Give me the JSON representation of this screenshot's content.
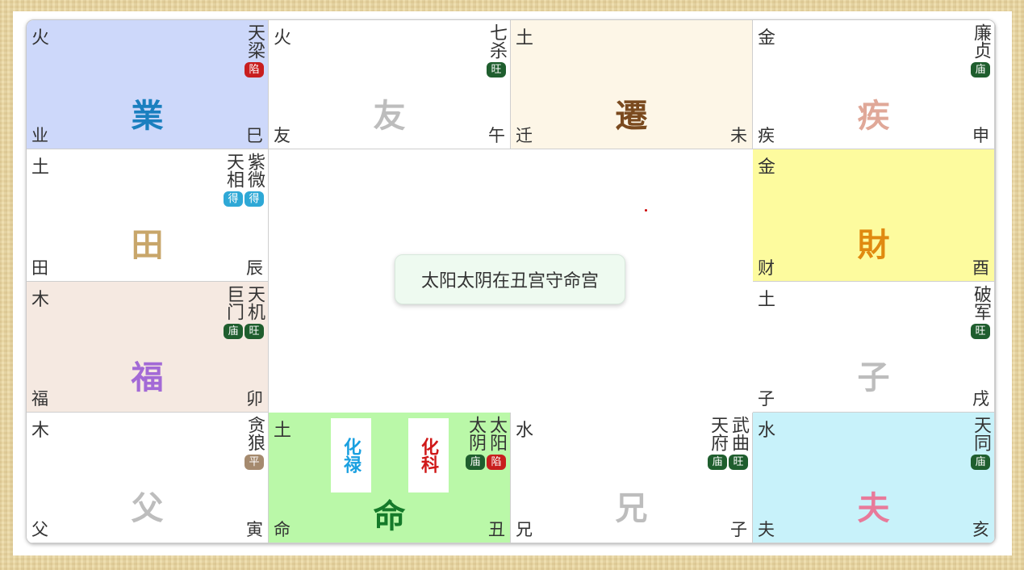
{
  "center_text": "太阳太阴在丑宫守命宫",
  "badge_colors": {
    "陷": "#c81e1e",
    "旺": "#1f5e2e",
    "庙": "#1f5e2e",
    "得": "#2ea8d6",
    "平": "#a58a6e"
  },
  "palaces": [
    {
      "id": "ye",
      "element": "火",
      "abbr": "业",
      "branch": "巳",
      "big": "業",
      "big_color": "#1a7fbf",
      "bg": "#cdd8fa",
      "stars": [
        {
          "name": "天梁",
          "badge": "陷"
        }
      ]
    },
    {
      "id": "you",
      "element": "火",
      "abbr": "友",
      "branch": "午",
      "big": "友",
      "big_color": "#bdbdbd",
      "bg": "#ffffff",
      "stars": [
        {
          "name": "七杀",
          "badge": "旺"
        }
      ]
    },
    {
      "id": "qian",
      "element": "土",
      "abbr": "迁",
      "branch": "未",
      "big": "遷",
      "big_color": "#7a4a1f",
      "bg": "#fdf6e7",
      "stars": []
    },
    {
      "id": "ji",
      "element": "金",
      "abbr": "疾",
      "branch": "申",
      "big": "疾",
      "big_color": "#e0a898",
      "bg": "#ffffff",
      "stars": [
        {
          "name": "廉贞",
          "badge": "庙"
        }
      ]
    },
    {
      "id": "tian",
      "element": "土",
      "abbr": "田",
      "branch": "辰",
      "big": "田",
      "big_color": "#c8a66a",
      "bg": "#ffffff",
      "stars": [
        {
          "name": "紫微",
          "badge": "得"
        },
        {
          "name": "天相",
          "badge": "得"
        }
      ]
    },
    {
      "id": "cai",
      "element": "金",
      "abbr": "财",
      "branch": "酉",
      "big": "財",
      "big_color": "#e08a10",
      "bg": "#fdfb9e",
      "stars": []
    },
    {
      "id": "fu",
      "element": "木",
      "abbr": "福",
      "branch": "卯",
      "big": "福",
      "big_color": "#a36ad6",
      "bg": "#f5e9e1",
      "stars": [
        {
          "name": "天机",
          "badge": "旺"
        },
        {
          "name": "巨门",
          "badge": "庙"
        }
      ]
    },
    {
      "id": "zi",
      "element": "土",
      "abbr": "子",
      "branch": "戌",
      "big": "子",
      "big_color": "#bdbdbd",
      "bg": "#ffffff",
      "stars": [
        {
          "name": "破军",
          "badge": "旺"
        }
      ]
    },
    {
      "id": "fu2",
      "element": "木",
      "abbr": "父",
      "branch": "寅",
      "big": "父",
      "big_color": "#bdbdbd",
      "bg": "#ffffff",
      "stars": [
        {
          "name": "贪狼",
          "badge": "平"
        }
      ]
    },
    {
      "id": "ming",
      "element": "土",
      "abbr": "命",
      "branch": "丑",
      "big": "命",
      "big_color": "#157a2a",
      "bg": "#baf8a8",
      "stars": [
        {
          "name": "太阳",
          "badge": "陷"
        },
        {
          "name": "太阴",
          "badge": "庙"
        }
      ],
      "hua": [
        {
          "text": "化禄",
          "color": "#1aa0e0"
        },
        {
          "text": "化科",
          "color": "#d01818"
        }
      ]
    },
    {
      "id": "xiong",
      "element": "水",
      "abbr": "兄",
      "branch": "子",
      "big": "兄",
      "big_color": "#bdbdbd",
      "bg": "#ffffff",
      "stars": [
        {
          "name": "武曲",
          "badge": "旺"
        },
        {
          "name": "天府",
          "badge": "庙"
        }
      ]
    },
    {
      "id": "fuqi",
      "element": "水",
      "abbr": "夫",
      "branch": "亥",
      "big": "夫",
      "big_color": "#e87a9a",
      "bg": "#c8f2fa",
      "stars": [
        {
          "name": "天同",
          "badge": "庙"
        }
      ]
    }
  ]
}
